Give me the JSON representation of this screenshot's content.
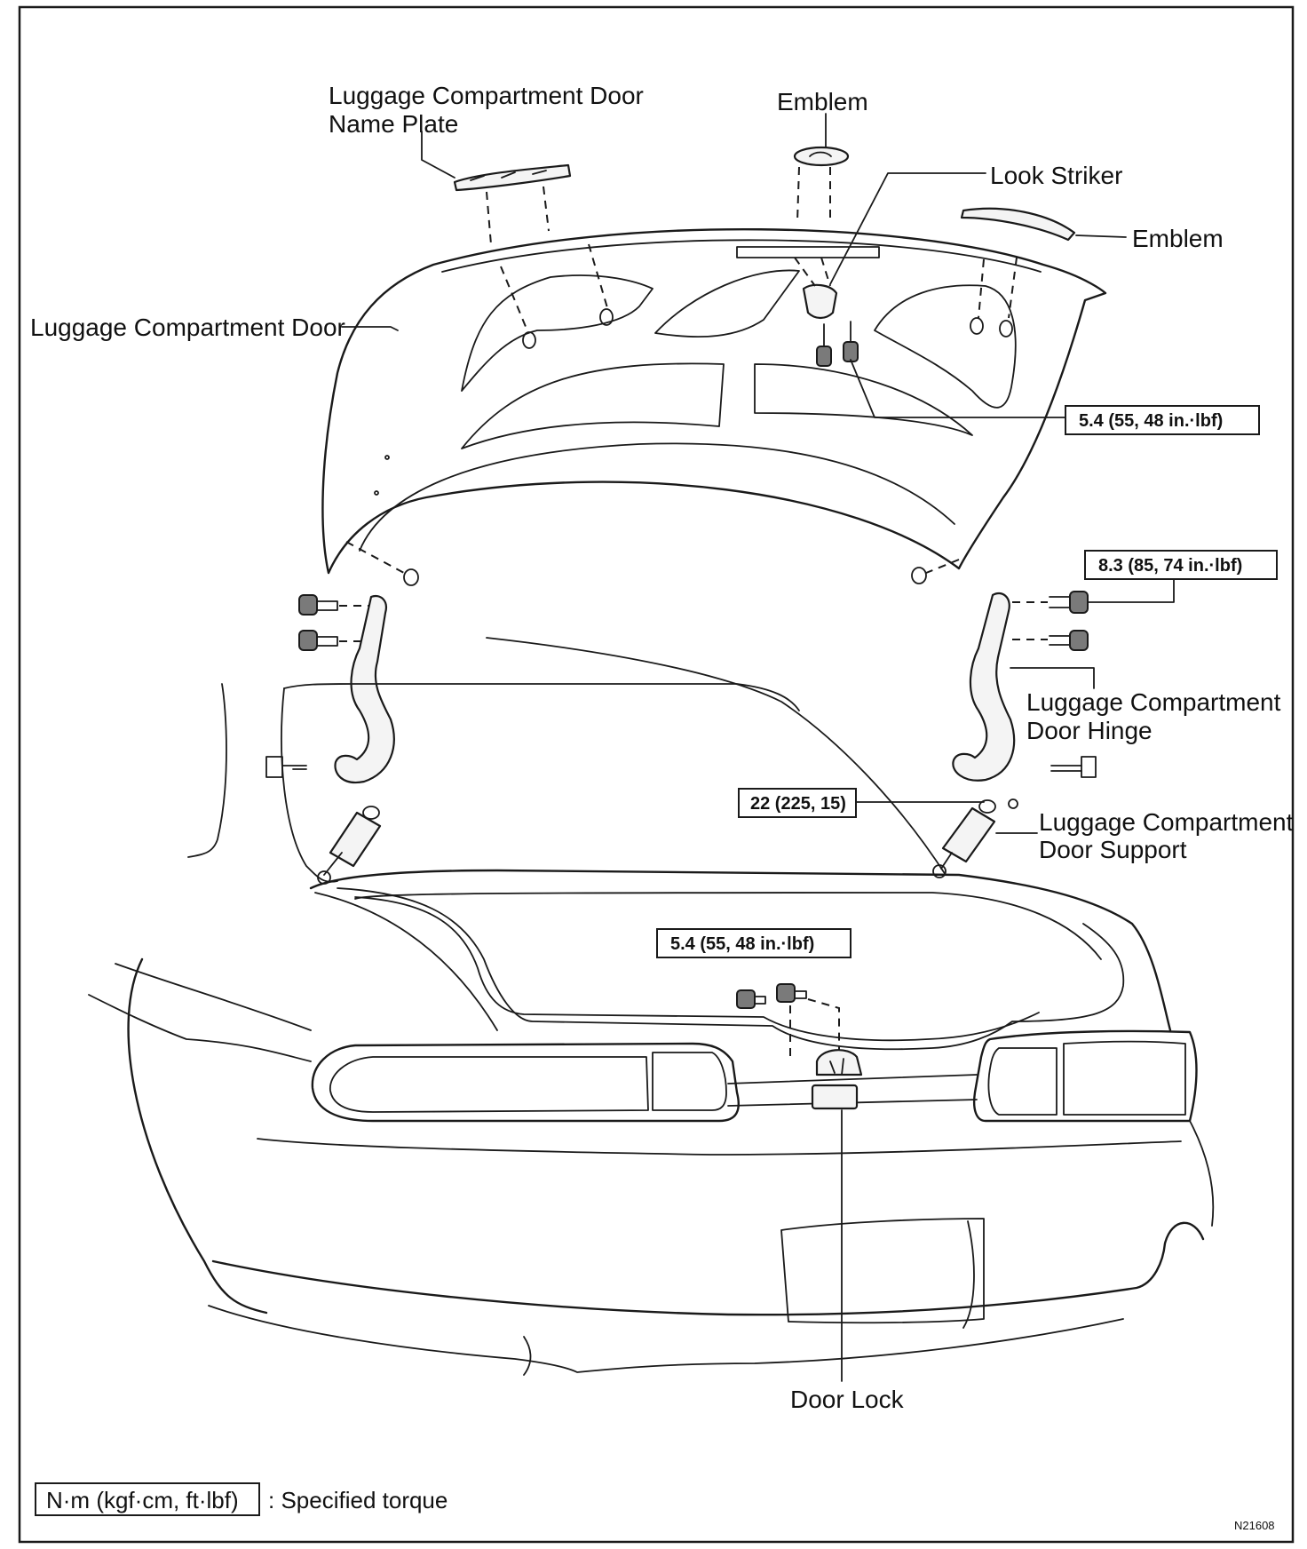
{
  "labels": {
    "name_plate_line1": "Luggage Compartment Door",
    "name_plate_line2": "Name Plate",
    "emblem_center": "Emblem",
    "lock_striker": "Look Striker",
    "emblem_right": "Emblem",
    "luggage_door": "Luggage Compartment Door",
    "hinge_line1": "Luggage Compartment",
    "hinge_line2": "Door Hinge",
    "support_line1": "Luggage Compartment",
    "support_line2": "Door Support",
    "door_lock": "Door Lock"
  },
  "torque_specs": {
    "striker": "5.4 (55, 48 in.·lbf)",
    "hinge": "8.3 (85, 74 in.·lbf)",
    "support": "22 (225, 15)",
    "door_lock": "5.4 (55, 48 in.·lbf)"
  },
  "legend": {
    "unit": "N·m (kgf·cm, ft·lbf)",
    "text": ": Specified torque"
  },
  "figure_code": "N21608"
}
